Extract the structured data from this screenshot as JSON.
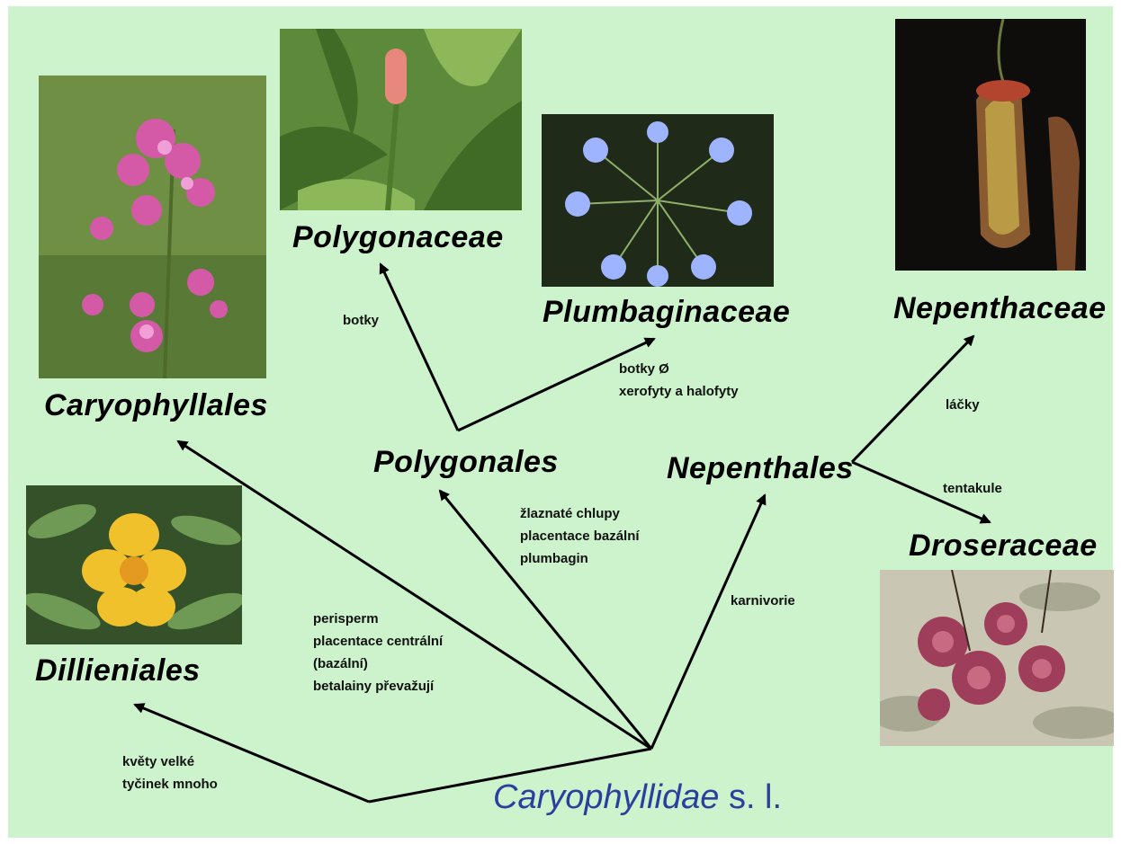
{
  "title": {
    "main": "Caryophyllidae",
    "suffix": "s. l."
  },
  "taxa": {
    "caryophyllales": "Caryophyllales",
    "polygonaceae": "Polygonaceae",
    "plumbaginaceae": "Plumbaginaceae",
    "nepenthaceae": "Nepenthaceae",
    "polygonales": "Polygonales",
    "nepenthales": "Nepenthales",
    "droseraceae": "Droseraceae",
    "dillieniales": "Dillieniales"
  },
  "notes": {
    "botky": "botky",
    "plumbaginaceae": [
      "botky Ø",
      "xerofyty a  halofyty"
    ],
    "lacky": "láčky",
    "tentakule": "tentakule",
    "polygonales": [
      "žlaznaté chlupy",
      "placentace bazální",
      "plumbagin"
    ],
    "karnivorie": "karnivorie",
    "caryophyllales": [
      "perisperm",
      "placentace centrální",
      "(bazální)",
      "betalainy převažují"
    ],
    "dillieniales": [
      "květy velké",
      "tyčinek mnoho"
    ]
  },
  "colors": {
    "background": "#ccf3cc",
    "title": "#2b3f9e",
    "arrow": "#000000"
  }
}
